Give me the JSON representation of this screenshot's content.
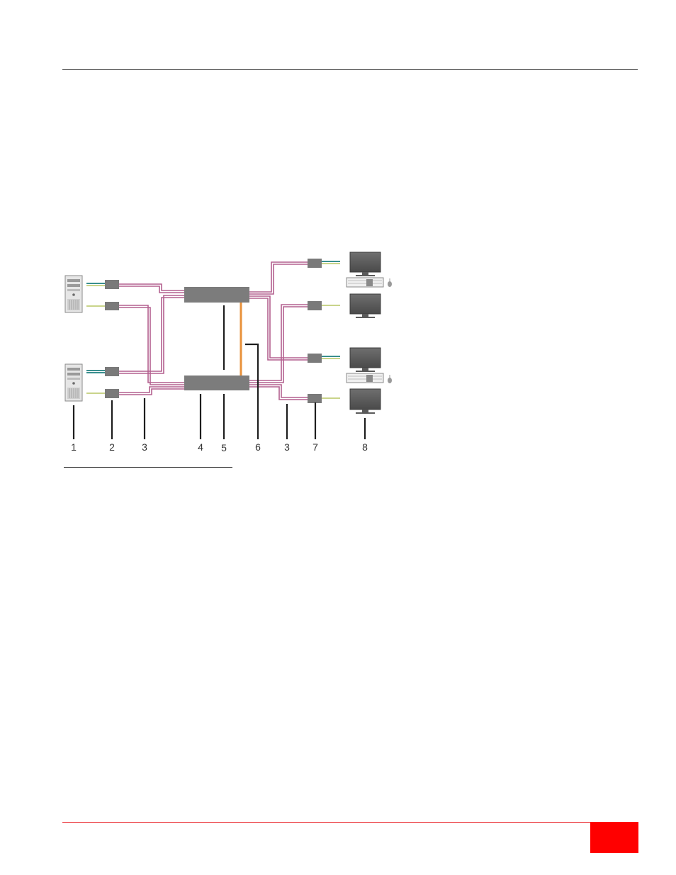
{
  "colors": {
    "header_rule": "#222222",
    "footer_rule": "#e8141b",
    "page_box": "#ff0000",
    "catx_cable": "#b4608f",
    "interconnect_cable": "#e8913a",
    "usb_cable": "#3a8f8f",
    "video_cable": "#c9d48a",
    "device_body": "#7a7a7a"
  },
  "diagram": {
    "callouts": [
      "1",
      "2",
      "3",
      "4",
      "5",
      "6",
      "3",
      "7",
      "8"
    ]
  }
}
